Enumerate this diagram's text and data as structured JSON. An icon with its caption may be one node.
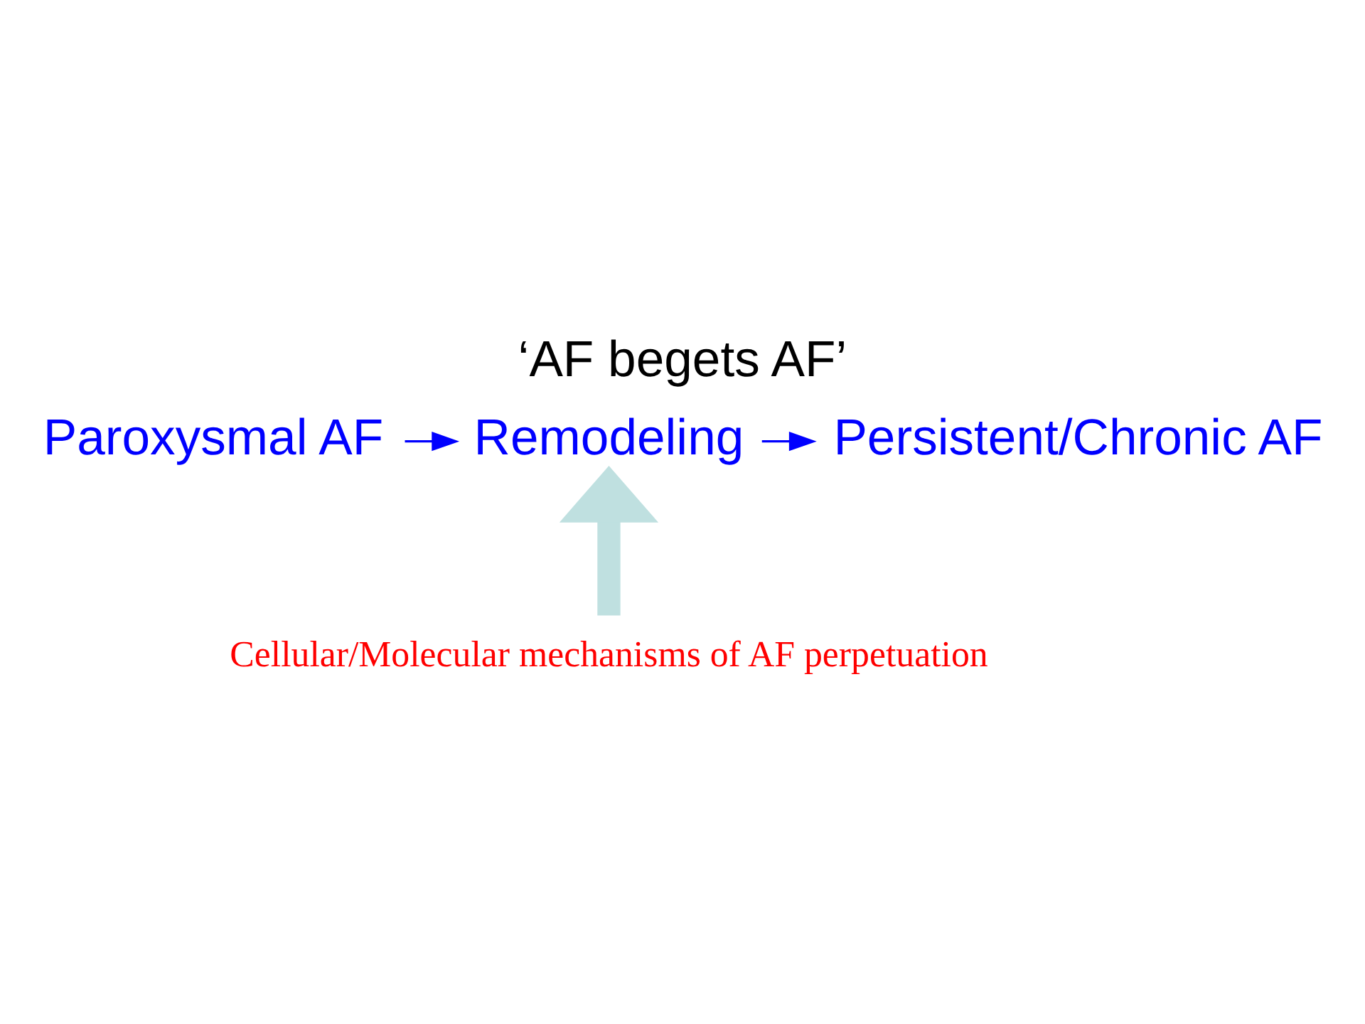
{
  "diagram": {
    "title": "‘AF begets AF’",
    "nodes": [
      {
        "text": [
          "Paroxysmal AF"
        ]
      },
      {
        "text": [
          "Remodeling"
        ]
      },
      {
        "text": [
          "Persistent/Chronic AF"
        ]
      },
      {
        "text": [
          "Cellular/Molecular mechanisms of AF perpetuation"
        ]
      }
    ],
    "edges": [
      {
        "from": 0,
        "to": 1,
        "arrow": "to"
      },
      {
        "from": 1,
        "to": 2,
        "arrow": "to"
      },
      {
        "from": 3,
        "to": 1,
        "arrow": "to",
        "style": "thick",
        "color": "#bfe0e0"
      }
    ]
  }
}
